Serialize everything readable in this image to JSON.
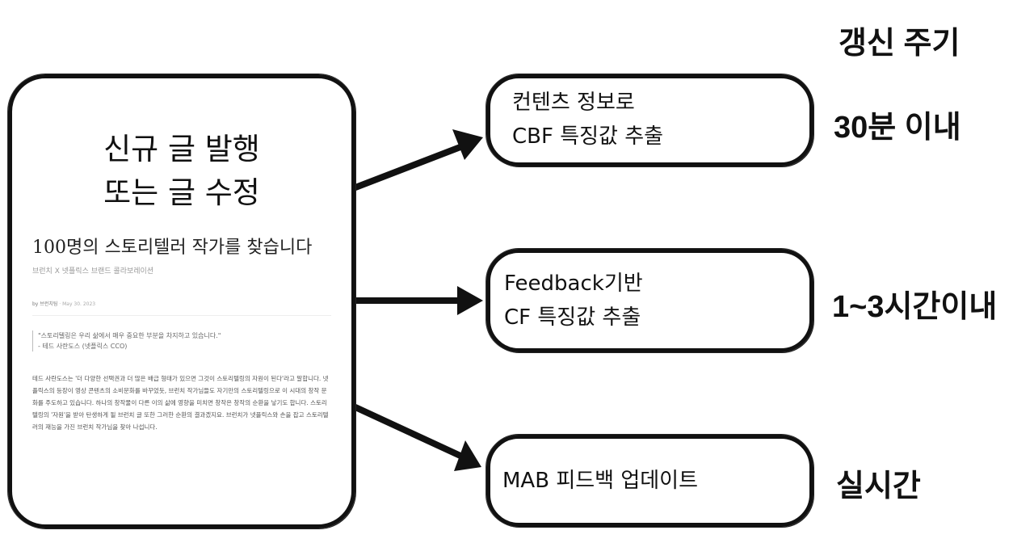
{
  "source": {
    "title_lines": [
      "신규 글 발행",
      "또는 글 수정"
    ],
    "article": {
      "title": "100명의 스토리텔러 작가를 찾습니다",
      "subtitle": "브런치 X 넷플릭스 브랜드 콜라보레이션",
      "author": "by 브런치팀",
      "date": "May 30. 2023",
      "quote_lines": [
        "\"스토리텔링은 우리 삶에서 매우 중요한 부분을 차지하고 있습니다.\"",
        "- 테드 사란도스 (넷플릭스 CCO)"
      ],
      "body": "테드 사란도스는 '더 다양한 선택권과 더 많은 배급 형태가 있으면 그것이 스토리텔링의 자원이 된다'라고 말합니다. 넷플릭스의 등장이 영상 콘텐츠의 소비문화를 바꾸었듯, 브런치 작가님들도 자기만의 스토리텔링으로 이 시대의 창작 문화를 주도하고 있습니다. 하나의 창작물이 다른 이의 삶에 영향을 미치면 창작은 창작의 순환을 낳기도 합니다. 스토리텔링의 '자원'을 받아 탄생하게 될 브런치 글 또한 그러한 순환의 결과겠지요. 브런치가 넷플릭스와 손을 잡고 스토리텔러의 재능을 가진 브런치 작가님을 찾아 나섭니다."
    }
  },
  "nodes": [
    {
      "lines": [
        "컨텐츠 정보로",
        "CBF 특징값 추출"
      ]
    },
    {
      "lines": [
        "Feedback기반",
        "CF 특징값 추출"
      ]
    },
    {
      "lines": [
        "MAB 피드백 업데이트"
      ]
    }
  ],
  "header_label": "갱신 주기",
  "cycle_labels": [
    "30분 이내",
    "1~3시간이내",
    "실시간"
  ]
}
